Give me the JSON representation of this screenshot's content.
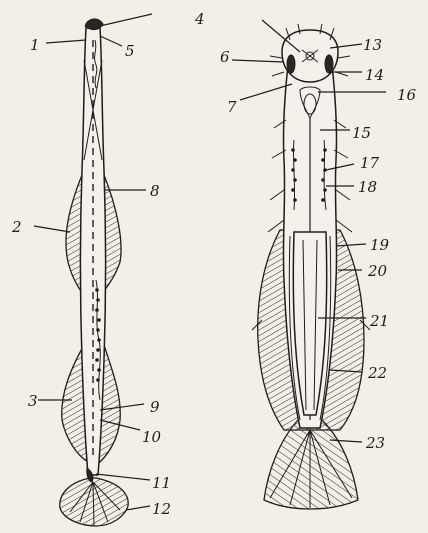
{
  "labels": {
    "l1": "1",
    "l2": "2",
    "l3": "3",
    "l4": "4",
    "l5": "5",
    "l6": "6",
    "l7": "7",
    "l8": "8",
    "l9": "9",
    "l10": "10",
    "l11": "11",
    "l12": "12",
    "l13": "13",
    "l14": "14",
    "l15": "15",
    "l16": "16",
    "l17": "17",
    "l18": "18",
    "l19": "19",
    "l20": "20",
    "l21": "21",
    "l22": "22",
    "l23": "23"
  }
}
